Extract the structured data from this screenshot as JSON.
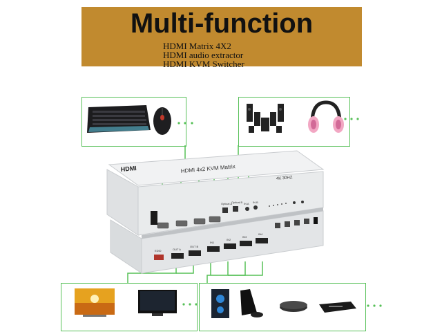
{
  "banner": {
    "title": "Multi-function",
    "features": [
      "HDMI Matrix 4X2",
      "HDMI audio extractor",
      "HDMI KVM Switcher"
    ]
  },
  "device": {
    "brand": "HDMI",
    "model_name": "HDMI 4x2 KVM Matrix",
    "resolution_badge": "4K 30HZ",
    "front_labels": [
      "EDID",
      "OUT A",
      "OUT B",
      "IN1",
      "IN2",
      "IN3",
      "IN4"
    ],
    "top_labels": [
      "Optical A",
      "Optical B",
      "IN A",
      "IN B"
    ]
  },
  "peripherals": {
    "input_devices": [
      "keyboard-icon",
      "mouse-icon"
    ],
    "audio_devices": [
      "speaker-system-icon",
      "headphones-icon"
    ],
    "displays": [
      "tv-icon",
      "monitor-icon"
    ],
    "sources": [
      "pc-tower-icon",
      "game-console-icon",
      "media-player-icon",
      "dvd-player-icon"
    ]
  },
  "colors": {
    "banner": "#c18a2f",
    "connector": "#56c057",
    "device": "#e9ebec"
  }
}
